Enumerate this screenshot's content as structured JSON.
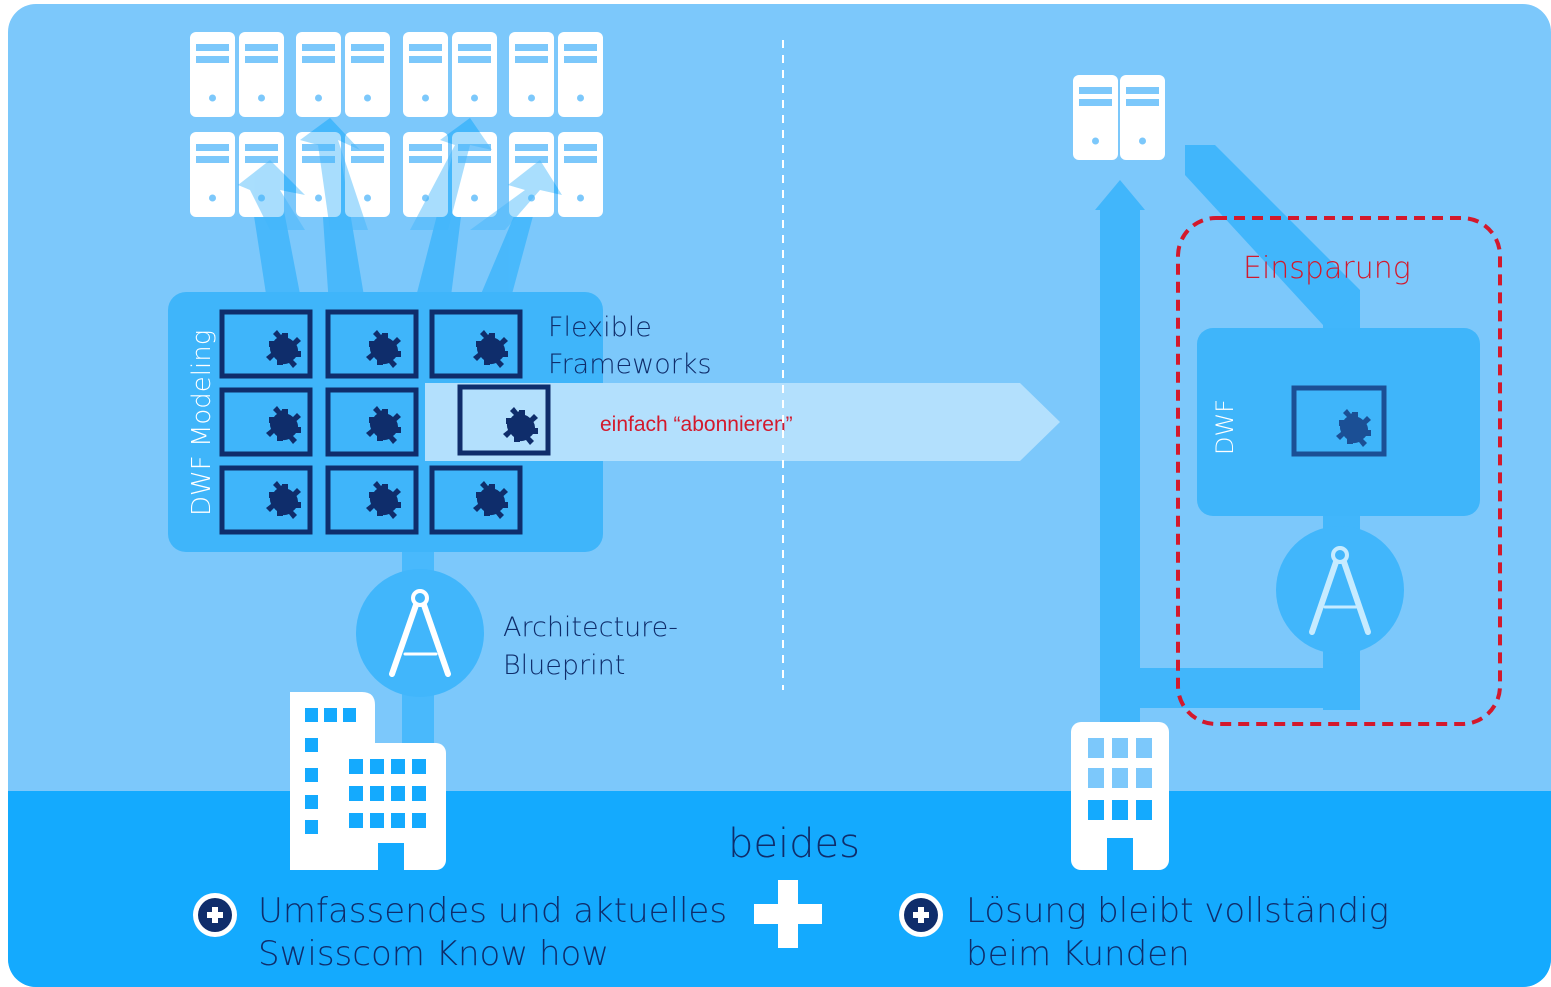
{
  "labels": {
    "left_panel": "DWF Modeling",
    "flexible_frameworks": [
      "Flexible",
      "Frameworks"
    ],
    "subscribe": "einfach “abonnieren”",
    "architecture_blueprint": [
      "Architecture-",
      "Blueprint"
    ],
    "savings": "Einsparung",
    "right_panel": "DWF",
    "both": "beides"
  },
  "benefits": [
    {
      "lines": [
        "Umfassendes und aktuelles",
        "Swisscom Know how"
      ]
    },
    {
      "lines": [
        "Lösung bleibt vollständig",
        "beim Kunden"
      ]
    }
  ],
  "colors": {
    "background": "#7cc8fb",
    "bottom_band": "#14aafe",
    "flow": "#41b6fb",
    "panel": "#3fb5fa",
    "frame_dark": "#0f2d6b",
    "arrow": "#b3e0fd",
    "savings_red": "#d3192c",
    "text_dark": "#0f2d6b"
  },
  "icons": [
    "server-icon",
    "gear-icon",
    "compass-icon",
    "building-icon",
    "plus-circle-icon",
    "plus-icon"
  ]
}
